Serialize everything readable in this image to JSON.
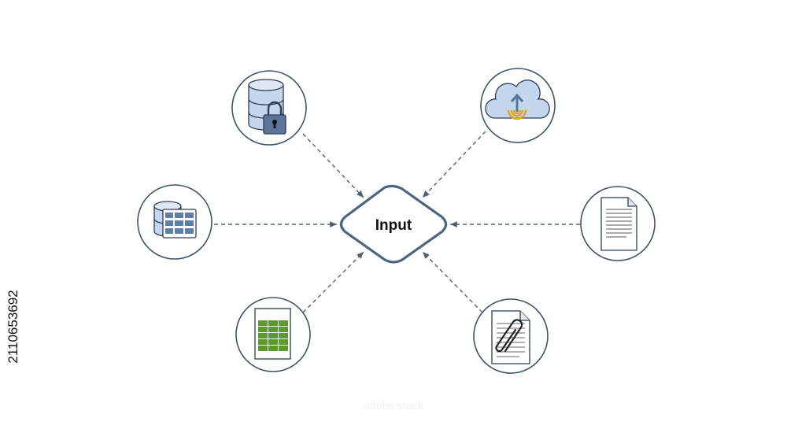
{
  "center": {
    "label": "Input"
  },
  "watermark": {
    "text": "adobe stock"
  },
  "stock_id": {
    "text": "2110653692"
  },
  "nodes": [
    {
      "name": "database-lock-node",
      "icon": "database-lock-icon"
    },
    {
      "name": "cloud-upload-node",
      "icon": "cloud-upload-icon"
    },
    {
      "name": "database-table-node",
      "icon": "database-table-icon"
    },
    {
      "name": "document-node",
      "icon": "document-icon"
    },
    {
      "name": "spreadsheet-node",
      "icon": "spreadsheet-icon"
    },
    {
      "name": "attachment-document-node",
      "icon": "paperclip-document-icon"
    }
  ],
  "colors": {
    "outline": "#3f5468",
    "arrow": "#4f6273",
    "icon_fill": "#c5d7ee",
    "table_fill": "#5d7ea8",
    "sheet_green": "#5c9a2e",
    "signal_orange": "#e0a31c"
  }
}
